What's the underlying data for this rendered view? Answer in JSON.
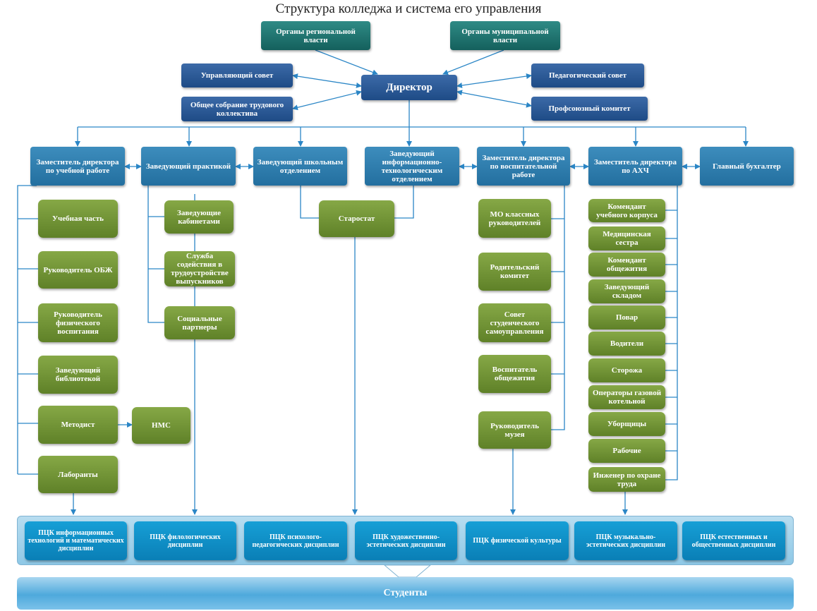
{
  "title": "Структура колледжа и система его управления",
  "top": {
    "regional": "Органы региональной власти",
    "municipal": "Органы муниципальной власти",
    "director": "Директор",
    "governing_council": "Управляющий совет",
    "general_meeting": "Общее собрание трудового коллектива",
    "pedagogical_council": "Педагогический совет",
    "union_committee": "Профсоюзный комитет"
  },
  "deputies": {
    "academic": "Заместитель директора по учебной работе",
    "practice": "Заведующий практикой",
    "school_dept": "Заведующий школьным отделением",
    "it_dept": "Заведующий информационно-технологическим отделением",
    "education": "Заместитель директора по воспитательной работе",
    "ahch": "Заместитель директора по АХЧ",
    "accountant": "Главный бухгалтер"
  },
  "academic_units": {
    "study_part": "Учебная часть",
    "obzh": "Руководитель ОБЖ",
    "pe": "Руководитель физического воспитания",
    "library": "Заведующий библиотекой",
    "methodist": "Методист",
    "nms": "НМС",
    "lab": "Лаборанты"
  },
  "practice_units": {
    "cabinets": "Заведующие кабинетами",
    "employment": "Служба содействия в трудоустройстве выпускников",
    "partners": "Социальные партнеры"
  },
  "starostat": "Старостат",
  "education_units": {
    "mo": "МО классных руководителей",
    "parents": "Родительский комитет",
    "student_council": "Совет студенческого самоуправления",
    "dorm_educator": "Воспитатель общежития",
    "museum": "Руководитель музея"
  },
  "ahch_units": {
    "commandant_building": "Комендант учебного корпуса",
    "nurse": "Медицинская сестра",
    "commandant_dorm": "Комендант общежития",
    "warehouse": "Заведующий складом",
    "cook": "Повар",
    "drivers": "Водители",
    "guards": "Сторожа",
    "boiler": "Операторы газовой котельной",
    "cleaners": "Уборщицы",
    "workers": "Рабочие",
    "safety": "Инженер по охране труда"
  },
  "pck": {
    "info": "ПЦК информационных технологий и математических дисциплин",
    "philology": "ПЦК филологических дисциплин",
    "psych": "ПЦК психолого-педагогических дисциплин",
    "art": "ПЦК художественно-эстетических дисциплин",
    "pe": "ПЦК физической культуры",
    "music": "ПЦК музыкально-эстетических дисциплин",
    "science": "ПЦК естественных и общественных дисциплин"
  },
  "students": "Студенты",
  "colors": {
    "teal": "#1f7673",
    "navy": "#2a5897",
    "blue": "#2e7fae",
    "green": "#739536",
    "cyan": "#0f8fc8",
    "line": "#2b86c6"
  }
}
